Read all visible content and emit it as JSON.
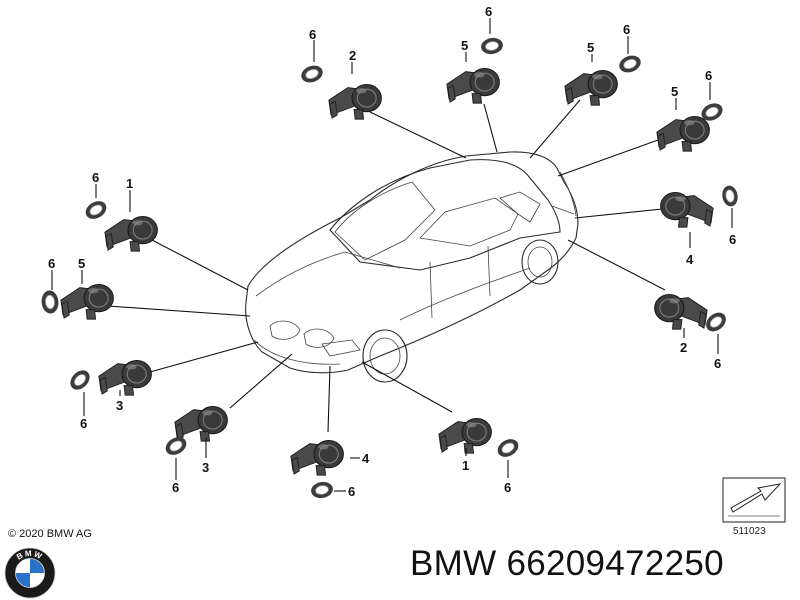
{
  "diagram": {
    "callouts": [
      {
        "id": "c1",
        "number": "6",
        "part": "ring"
      },
      {
        "id": "c2",
        "number": "2",
        "part": "sensor"
      },
      {
        "id": "c3",
        "number": "6",
        "part": "ring"
      },
      {
        "id": "c4",
        "number": "5",
        "part": "sensor"
      },
      {
        "id": "c5",
        "number": "5",
        "part": "sensor"
      },
      {
        "id": "c6",
        "number": "6",
        "part": "ring"
      },
      {
        "id": "c7",
        "number": "5",
        "part": "sensor"
      },
      {
        "id": "c8",
        "number": "6",
        "part": "ring"
      },
      {
        "id": "c9",
        "number": "6",
        "part": "ring"
      },
      {
        "id": "c10",
        "number": "1",
        "part": "sensor"
      },
      {
        "id": "c11",
        "number": "6",
        "part": "ring"
      },
      {
        "id": "c12",
        "number": "5",
        "part": "sensor"
      },
      {
        "id": "c13",
        "number": "6",
        "part": "ring"
      },
      {
        "id": "c14",
        "number": "4",
        "part": "sensor"
      },
      {
        "id": "c15",
        "number": "3",
        "part": "sensor"
      },
      {
        "id": "c16",
        "number": "6",
        "part": "ring"
      },
      {
        "id": "c17",
        "number": "2",
        "part": "sensor"
      },
      {
        "id": "c18",
        "number": "6",
        "part": "ring"
      },
      {
        "id": "c19",
        "number": "3",
        "part": "sensor"
      },
      {
        "id": "c20",
        "number": "6",
        "part": "ring"
      },
      {
        "id": "c21",
        "number": "4",
        "part": "sensor"
      },
      {
        "id": "c22",
        "number": "6",
        "part": "ring"
      },
      {
        "id": "c23",
        "number": "1",
        "part": "sensor"
      },
      {
        "id": "c24",
        "number": "6",
        "part": "ring"
      }
    ]
  },
  "footer": {
    "copyright": "© 2020 BMW AG",
    "part_title": "BMW 66209472250",
    "drawing_number": "511023",
    "logo_letters": "BMW"
  },
  "colors": {
    "sensor_body": "#4a4a4a",
    "line": "#111111",
    "logo_blue": "#2b73c8",
    "logo_ring": "#1a1a1a"
  },
  "icons": {
    "car": "car-outline-icon",
    "sensor": "park-distance-sensor-icon",
    "ring": "sensor-seal-ring-icon",
    "stamp": "drawing-stamp-arrow-icon",
    "logo": "bmw-roundel-logo"
  }
}
